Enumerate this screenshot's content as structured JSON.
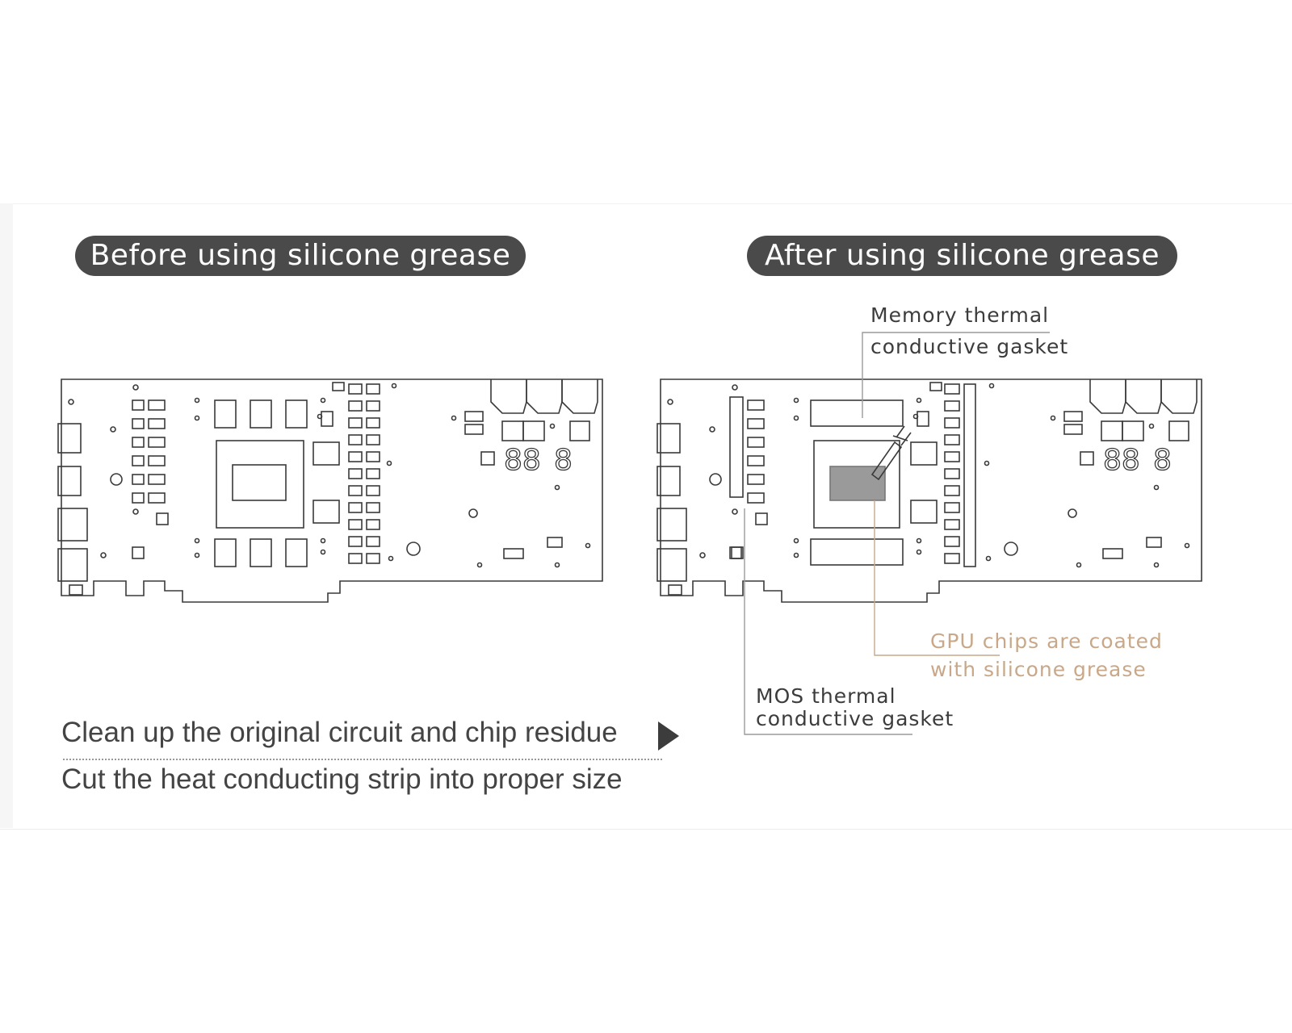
{
  "headers": {
    "before": "Before using silicone grease",
    "after": "After using silicone grease"
  },
  "annotations": {
    "memory_line1": "Memory thermal",
    "memory_line2": "conductive gasket",
    "gpu_line1": "GPU chips are coated",
    "gpu_line2": "with silicone grease",
    "mos_line1": "MOS thermal",
    "mos_line2": "conductive gasket"
  },
  "steps": {
    "step1": "Clean up the original circuit and chip residue",
    "step2": "Cut the heat conducting strip into proper size"
  },
  "colors": {
    "pill_bg": "#4a4a4a",
    "line": "#3a3a3a",
    "grease": "#9a9a9a",
    "accent_tan": "#c9a889"
  }
}
